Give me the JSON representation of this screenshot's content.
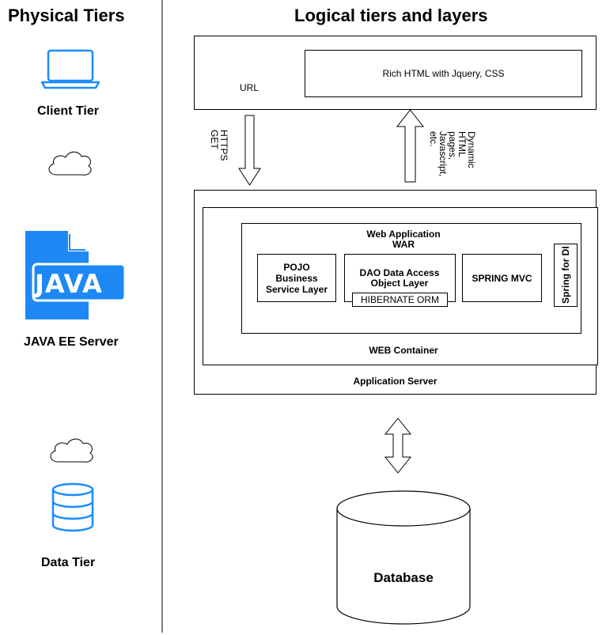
{
  "headings": {
    "physical": "Physical Tiers",
    "logical": "Logical tiers and layers"
  },
  "physical_tiers": {
    "client": "Client Tier",
    "server": "JAVA EE Server",
    "server_icon_text": "JAVA",
    "data": "Data Tier"
  },
  "client": {
    "url_label": "URL",
    "rich_html": "Rich HTML with Jquery, CSS"
  },
  "arrows": {
    "request": "HTTPS\nGET",
    "response": "Dynamic\nHTML\npages,\nJavascript,\netc."
  },
  "server": {
    "web_app_title": "Web Application",
    "web_app_subtitle": "WAR",
    "pojo": "POJO Business Service Layer",
    "dao": "DAO Data Access Object Layer",
    "hibernate": "HIBERNATE ORM",
    "spring_mvc": "SPRING MVC",
    "spring_di": "Spring for DI",
    "web_container": "WEB Container",
    "app_server": "Application Server"
  },
  "database": {
    "label": "Database"
  },
  "colors": {
    "icon_blue": "#1a8cff",
    "java_blue": "#1e88f5"
  }
}
